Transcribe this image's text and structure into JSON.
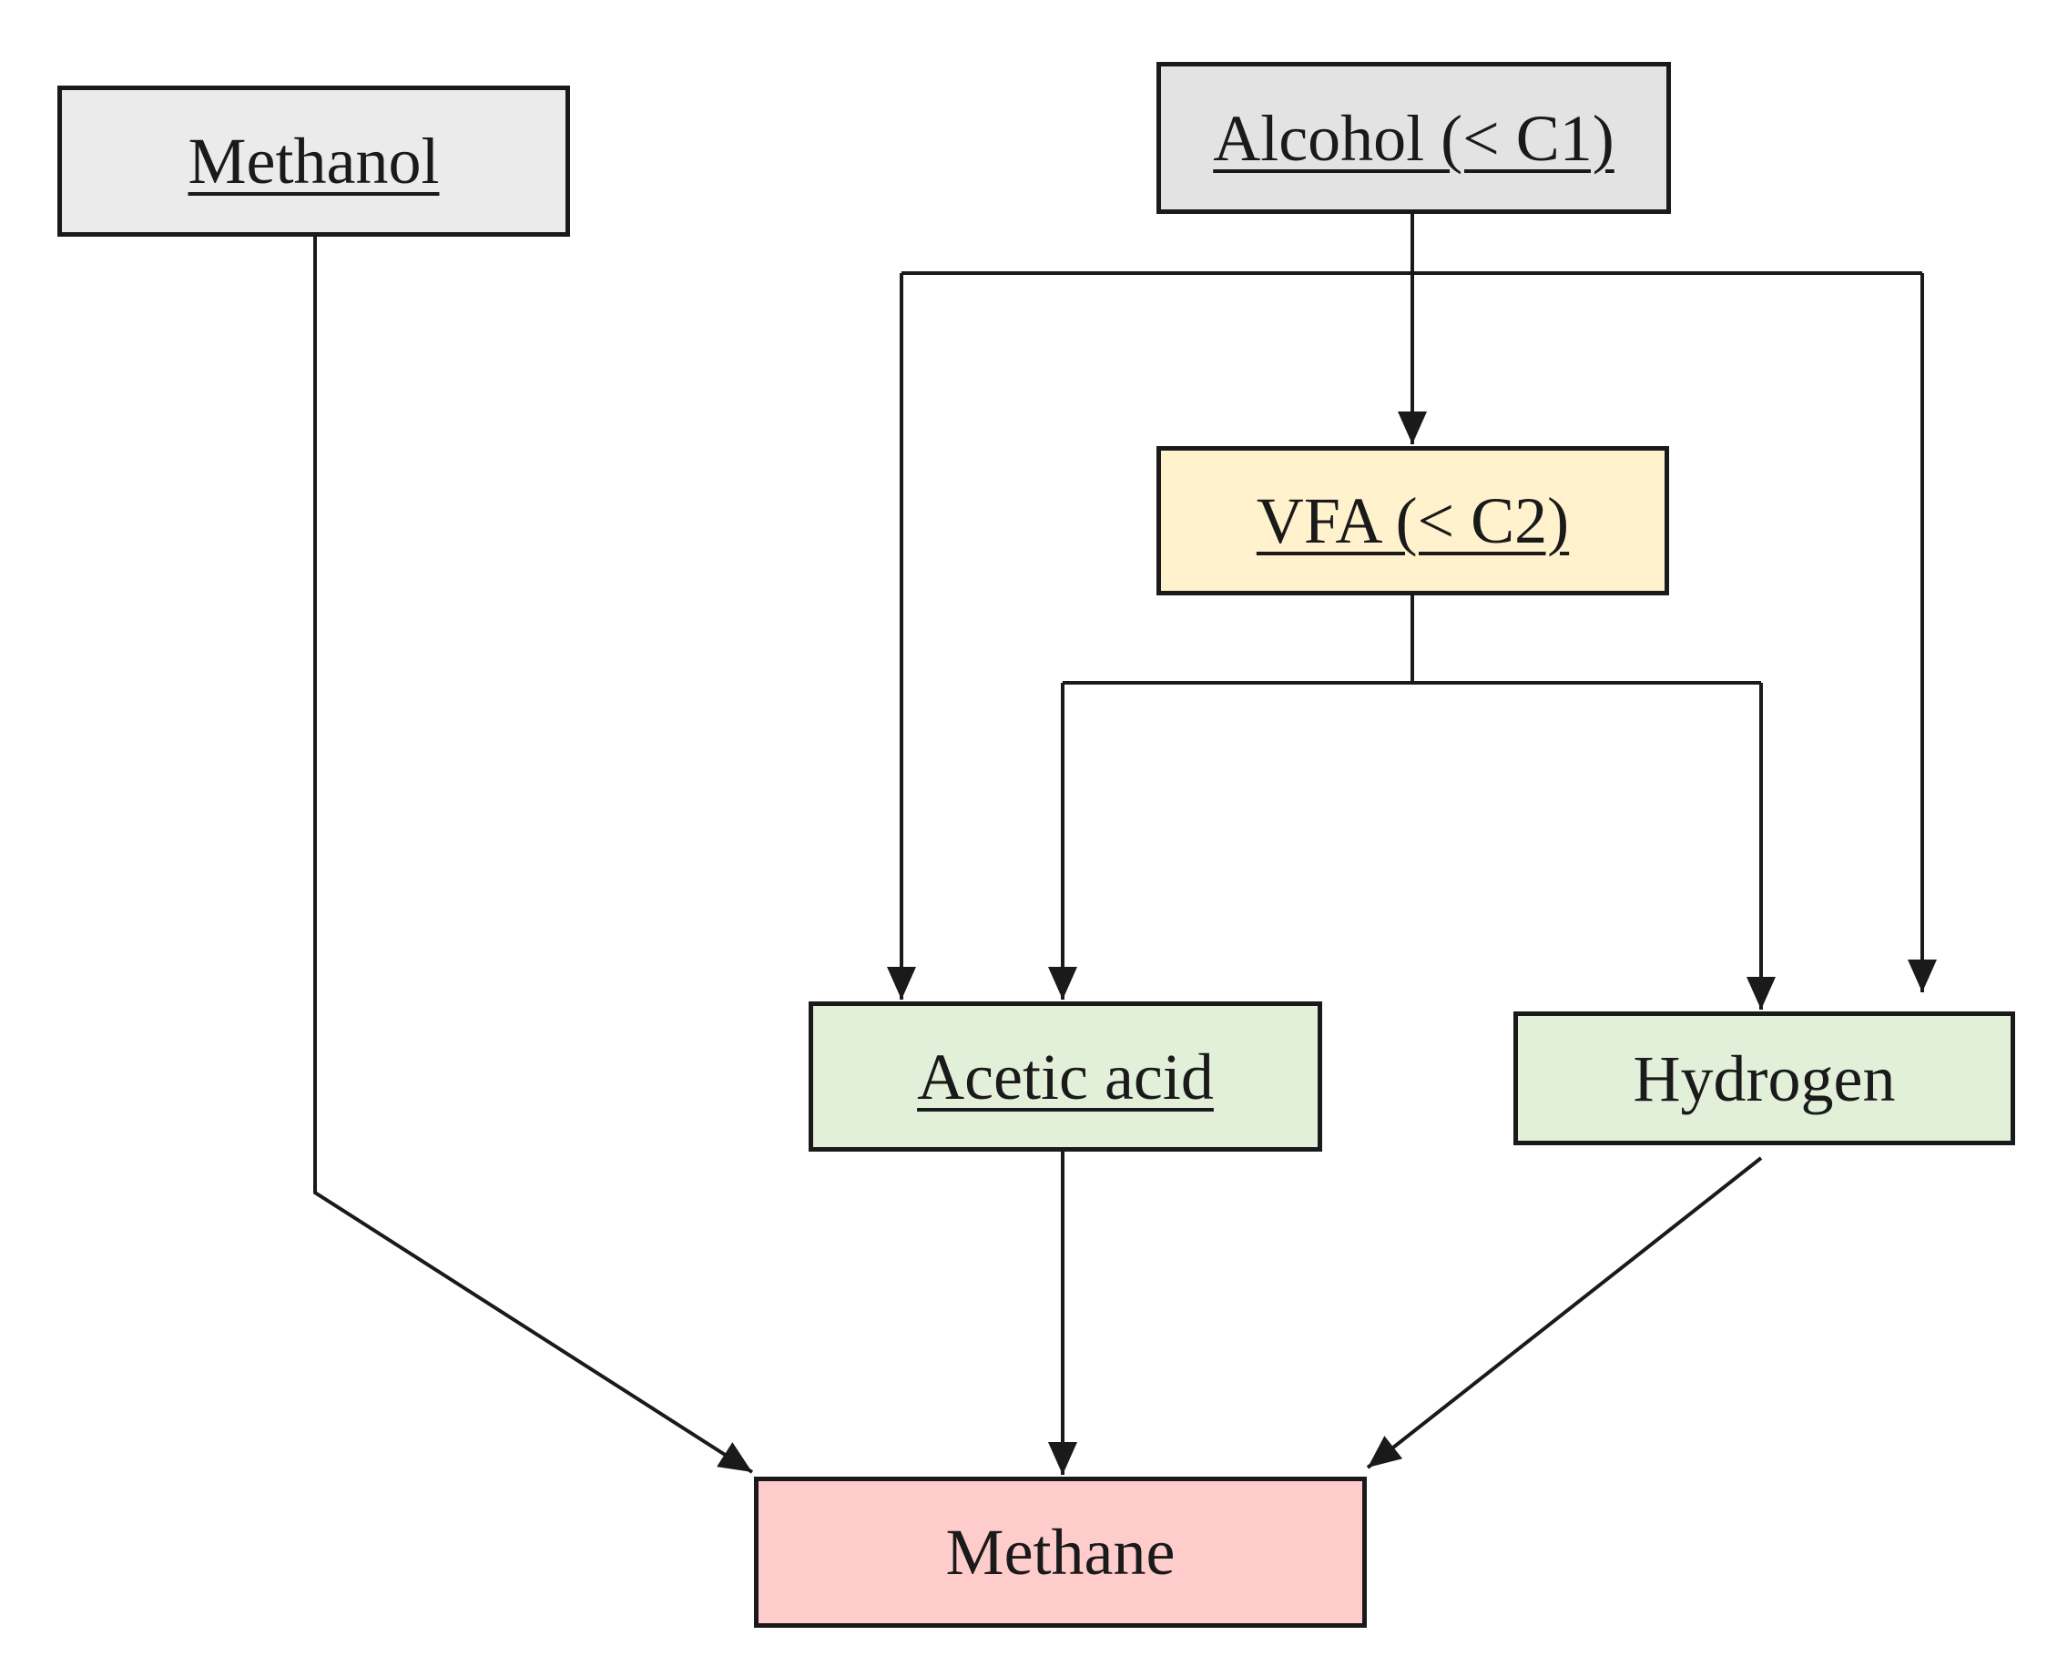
{
  "nodes": {
    "methanol": {
      "label": "Methanol",
      "fill": "#ebebeb",
      "underlined": true
    },
    "alcohol": {
      "label": "Alcohol (< C1)",
      "fill": "#e3e3e3",
      "underlined": true
    },
    "vfa": {
      "label": "VFA (< C2)",
      "fill": "#fff2cc",
      "underlined": true
    },
    "acetic_acid": {
      "label": "Acetic acid",
      "fill": "#e2efd9",
      "underlined": true
    },
    "hydrogen": {
      "label": "Hydrogen",
      "fill": "#e2efd9",
      "underlined": false
    },
    "methane": {
      "label": "Methane",
      "fill": "#ffcccc",
      "underlined": false
    }
  },
  "edges": [
    {
      "from": "methanol",
      "to": "methane"
    },
    {
      "from": "alcohol",
      "to": "vfa"
    },
    {
      "from": "alcohol",
      "to": "acetic_acid"
    },
    {
      "from": "alcohol",
      "to": "hydrogen"
    },
    {
      "from": "vfa",
      "to": "acetic_acid"
    },
    {
      "from": "vfa",
      "to": "hydrogen"
    },
    {
      "from": "acetic_acid",
      "to": "methane"
    },
    {
      "from": "hydrogen",
      "to": "methane"
    }
  ],
  "colors": {
    "stroke": "#1a1a1a",
    "background": "#ffffff"
  }
}
